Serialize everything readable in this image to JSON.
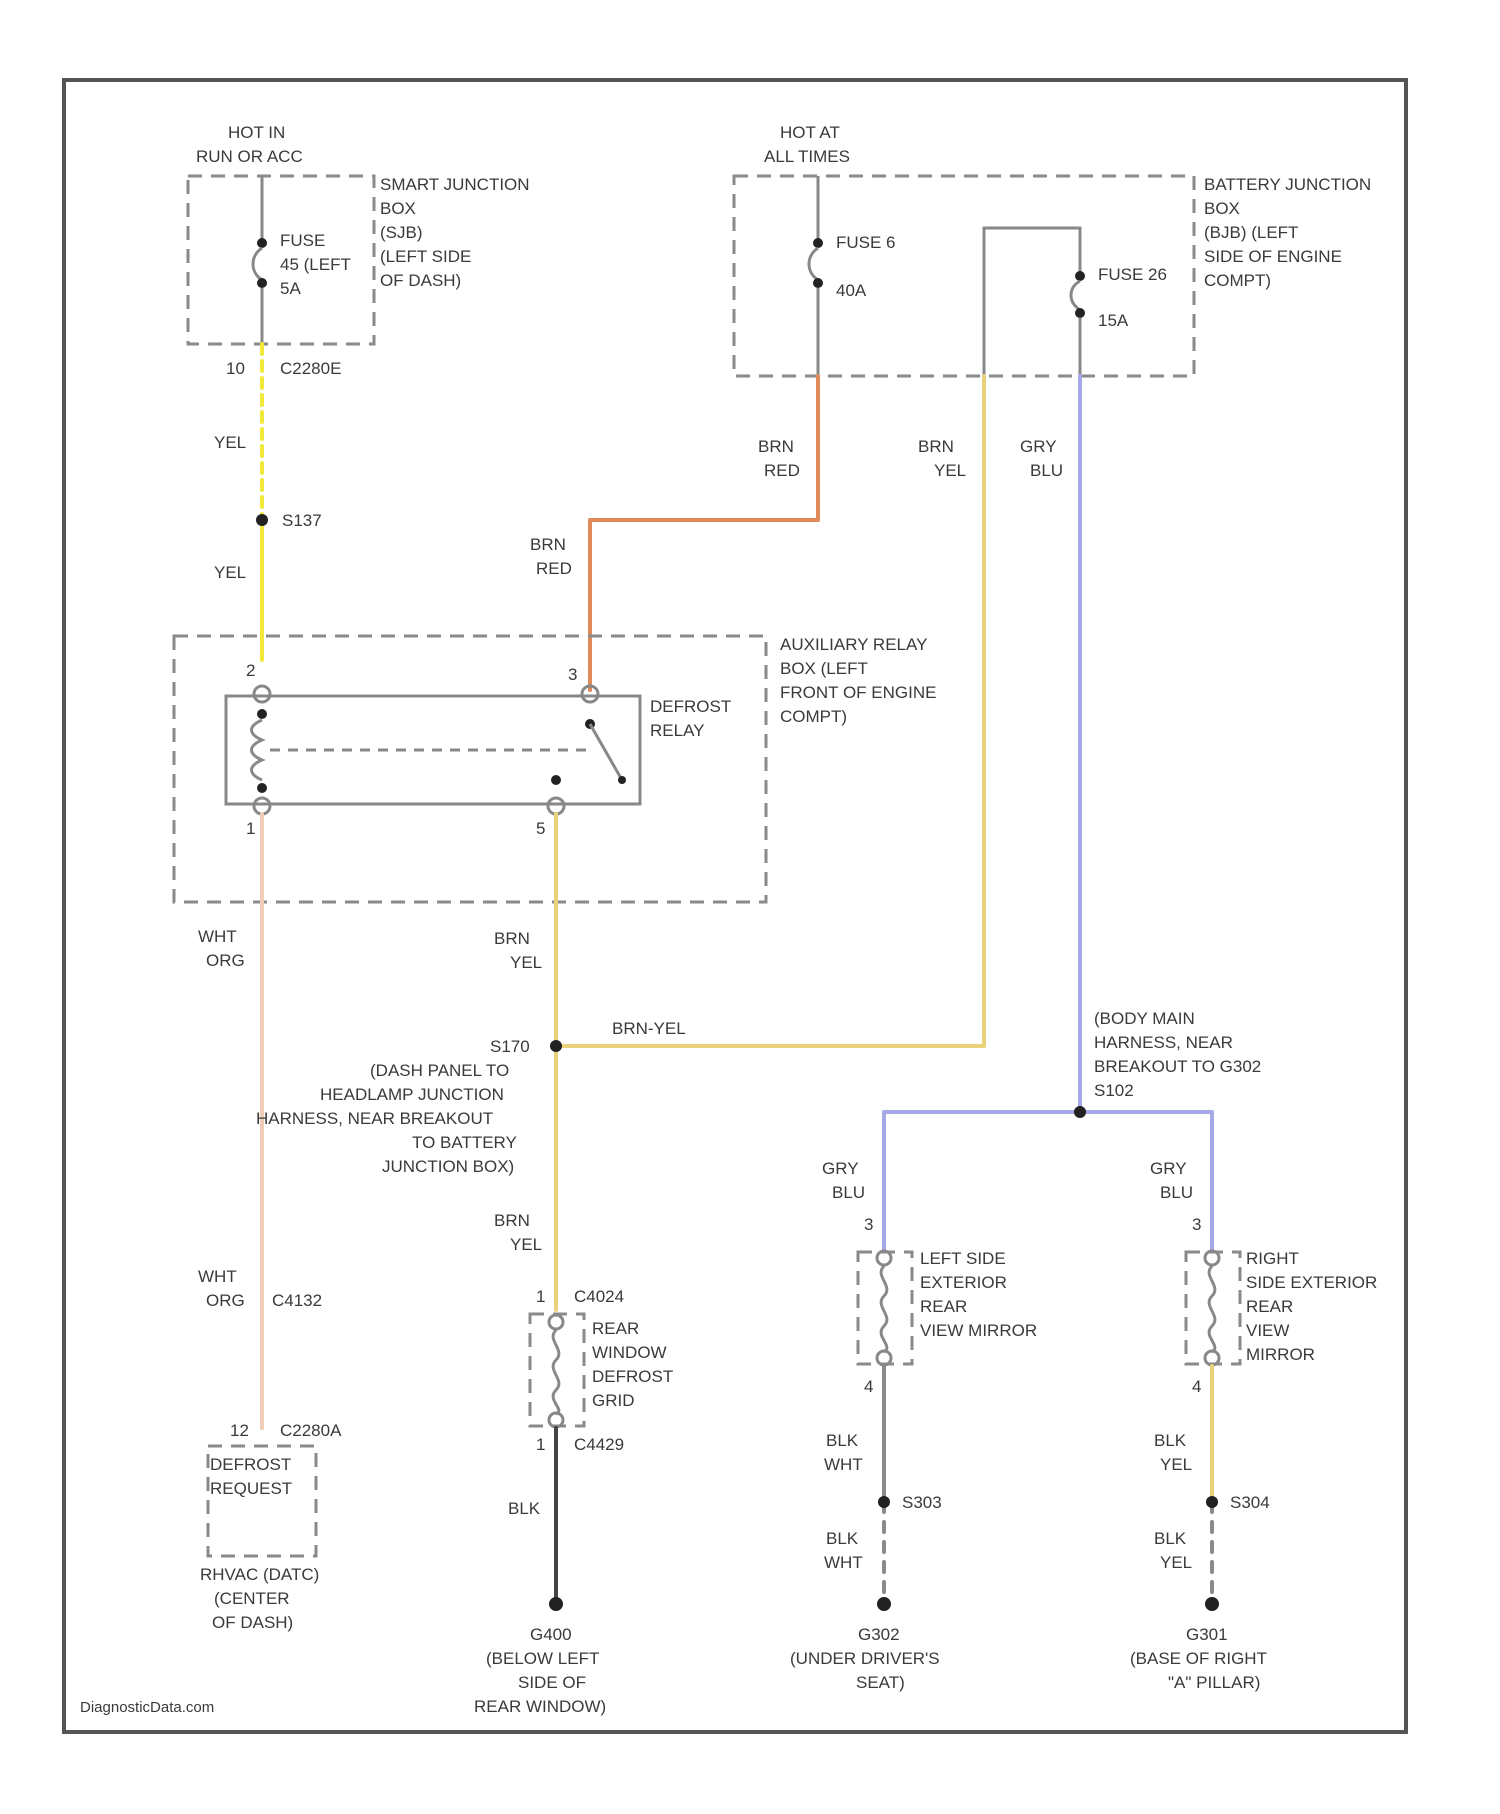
{
  "colors": {
    "yel": "#f2ea3a",
    "brn_red": "#e08a5c",
    "brn_yel": "#ead27a",
    "gry_blu": "#a6a8e8",
    "wht_org": "#efcdb6",
    "gray": "#8a8a8a",
    "blk": "#444444"
  },
  "blocks": {
    "smart_jb": {
      "supply": [
        "HOT IN",
        "RUN OR ACC"
      ],
      "label": [
        "SMART JUNCTION",
        "BOX",
        "(SJB)",
        "(LEFT SIDE",
        "OF DASH)"
      ],
      "fuse": [
        "FUSE",
        "45 (LEFT",
        "5A"
      ],
      "connector": [
        "10",
        "C2280E"
      ]
    },
    "battery_jb": {
      "supply": [
        "HOT AT",
        "ALL TIMES"
      ],
      "label": [
        "BATTERY JUNCTION",
        "BOX",
        "(BJB) (LEFT",
        "SIDE OF ENGINE",
        "COMPT)"
      ],
      "fuse_a": [
        "FUSE 6",
        "40A"
      ],
      "fuse_b": [
        "FUSE 26",
        "15A"
      ]
    },
    "aux_relay_box": {
      "label": [
        "AUXILIARY RELAY",
        "BOX (LEFT",
        "FRONT OF ENGINE",
        "COMPT)"
      ],
      "relay_label": [
        "DEFROST",
        "RELAY"
      ],
      "pins": [
        "2",
        "1",
        "3",
        "5"
      ]
    }
  },
  "wires": {
    "yel_1": "YEL",
    "splice_s137": "S137",
    "yel_2": "YEL",
    "brn_red_top": [
      "BRN",
      "RED"
    ],
    "brn_red_mid": [
      "BRN",
      "RED"
    ],
    "brn_yel_top": [
      "BRN",
      "YEL"
    ],
    "gry_blu_top": [
      "GRY",
      "BLU"
    ],
    "wht_org_1": [
      "WHT",
      "ORG"
    ],
    "brn_yel_relay": [
      "BRN",
      "YEL"
    ],
    "brn_yel_h": "BRN-YEL",
    "brn_yel_low": [
      "BRN",
      "YEL"
    ],
    "wht_org_2": [
      "WHT",
      "ORG"
    ],
    "c4132": "C4132",
    "gry_blu_left": [
      "GRY",
      "BLU"
    ],
    "gry_blu_right": [
      "GRY",
      "BLU"
    ],
    "blk": "BLK",
    "blk_wht_1": [
      "BLK",
      "WHT"
    ],
    "blk_wht_2": [
      "BLK",
      "WHT"
    ],
    "blk_yel_1": [
      "BLK",
      "YEL"
    ],
    "blk_yel_2": [
      "BLK",
      "YEL"
    ]
  },
  "splice_s170": [
    "S170",
    "(DASH PANEL TO",
    "HEADLAMP JUNCTION",
    "HARNESS, NEAR BREAKOUT",
    "TO BATTERY",
    "JUNCTION BOX)"
  ],
  "body_harness": [
    "(BODY MAIN",
    "HARNESS, NEAR",
    "BREAKOUT TO G302",
    "S102"
  ],
  "components": {
    "rear_grid": {
      "label": [
        "REAR",
        "WINDOW",
        "DEFROST",
        "GRID"
      ],
      "conn_top": [
        "1",
        "C4024"
      ],
      "conn_bot": [
        "1",
        "C4429"
      ]
    },
    "left_mirror": {
      "label": [
        "LEFT SIDE",
        "EXTERIOR",
        "REAR",
        "VIEW MIRROR"
      ],
      "pin_top": "3",
      "pin_bot": "4"
    },
    "right_mirror": {
      "label": [
        "RIGHT",
        "SIDE EXTERIOR",
        "REAR",
        "VIEW",
        "MIRROR"
      ],
      "pin_top": "3",
      "pin_bot": "4"
    },
    "defrost_request": {
      "conn": [
        "12",
        "C2280A"
      ],
      "label": [
        "DEFROST",
        "REQUEST"
      ],
      "note": [
        "RHVAC (DATC)",
        "(CENTER",
        "OF DASH)"
      ]
    }
  },
  "splices": {
    "s303": "S303",
    "s304": "S304"
  },
  "grounds": {
    "g400": [
      "G400",
      "(BELOW LEFT",
      "SIDE OF",
      "REAR WINDOW)"
    ],
    "g302": [
      "G302",
      "(UNDER DRIVER'S",
      "SEAT)"
    ],
    "g301": [
      "G301",
      "(BASE OF RIGHT",
      "\"A\" PILLAR)"
    ]
  },
  "watermark": "DiagnosticData.com"
}
